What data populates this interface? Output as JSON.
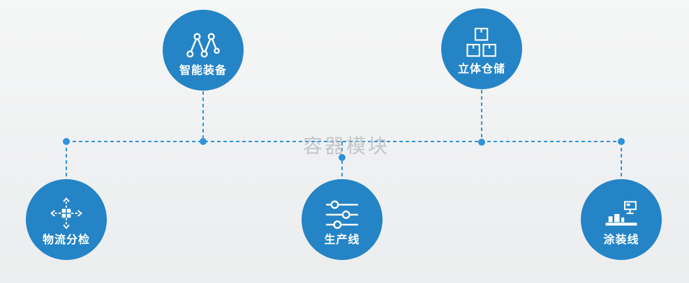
{
  "diagram": {
    "watermark": "容器模块",
    "colors": {
      "node_circle": "#2484c6",
      "connector_line": "#2e93d8",
      "label_text": "#ffffff",
      "watermark_text": "#b4b9bc",
      "background": "#f0f1f2"
    },
    "nodes": [
      {
        "id": "smart-equipment",
        "label": "智能装备",
        "icon": "network-nodes-icon"
      },
      {
        "id": "warehouse",
        "label": "立体仓储",
        "icon": "stacked-boxes-icon"
      },
      {
        "id": "logistics-sorting",
        "label": "物流分检",
        "icon": "move-arrows-icon"
      },
      {
        "id": "production-line",
        "label": "生产线",
        "icon": "sliders-icon"
      },
      {
        "id": "painting-line",
        "label": "涂装线",
        "icon": "machine-station-icon"
      }
    ]
  }
}
